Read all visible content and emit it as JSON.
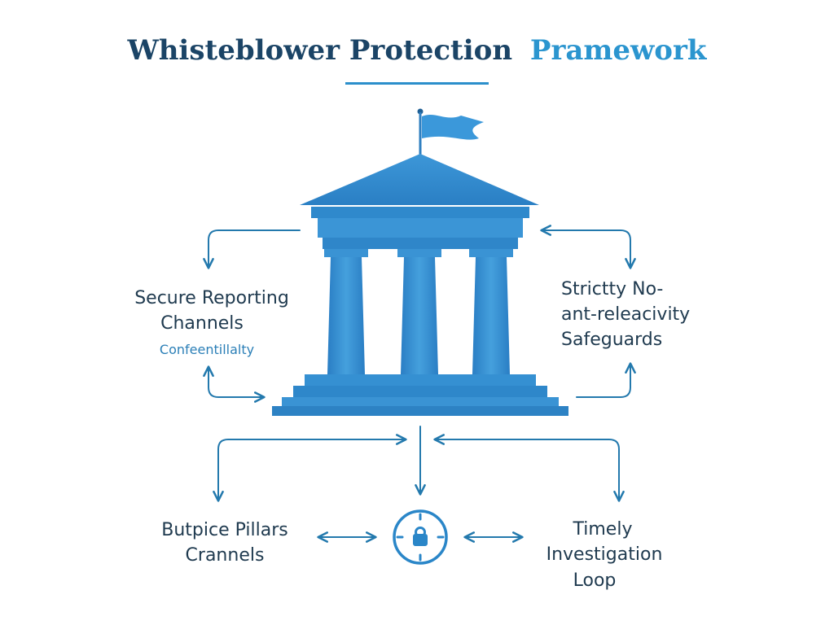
{
  "title": {
    "part1": "Whisteblower Protection",
    "part2": "Pramework"
  },
  "nodes": {
    "left": {
      "line1": "Secure Reporting",
      "line2": "Channels",
      "sub": "Confeentillalty"
    },
    "right": {
      "line1": "Strictty No-",
      "line2": "ant-releacivity",
      "line3": "Safeguards"
    },
    "bottom_left": {
      "line1": "Butpice Pillars",
      "line2": "Crannels"
    },
    "bottom_right": {
      "line1": "Timely",
      "line2": "Investigation",
      "line3": "Loop"
    }
  },
  "icons": {
    "top": "temple-icon",
    "flag": "flag-icon",
    "center": "lock-clock-icon"
  },
  "colors": {
    "title_dark": "#1b4466",
    "title_accent": "#2b95cf",
    "primary": "#2f86c9",
    "primary_dark": "#1f6fb2",
    "primary_light": "#4aa3e0",
    "connector": "#2379ad",
    "label_text": "#1f3a4f"
  }
}
